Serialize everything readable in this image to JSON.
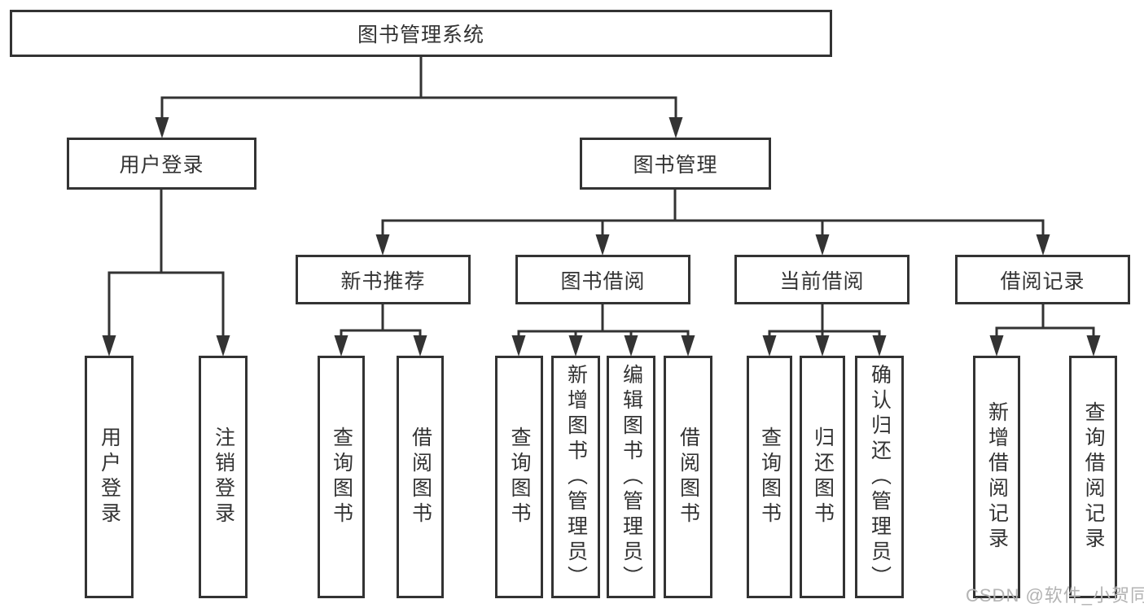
{
  "nodes": {
    "root": {
      "label": "图书管理系统"
    },
    "userLogin": {
      "label": "用户登录"
    },
    "bookMgmt": {
      "label": "图书管理"
    },
    "newBookRec": {
      "label": "新书推荐"
    },
    "bookBorrow": {
      "label": "图书借阅"
    },
    "currentBorrow": {
      "label": "当前借阅"
    },
    "borrowRecords": {
      "label": "借阅记录"
    },
    "leafUserLogin": {
      "label": "用户登录"
    },
    "leafLogout": {
      "label": "注销登录"
    },
    "leafQueryBooks1": {
      "label": "查询图书"
    },
    "leafBorrowBooks1": {
      "label": "借阅图书"
    },
    "leafQueryBooks2": {
      "label": "查询图书"
    },
    "leafAddBooks": {
      "label": "新增图书（管理员）"
    },
    "leafEditBooks": {
      "label": "编辑图书（管理员）"
    },
    "leafBorrowBooks2": {
      "label": "借阅图书"
    },
    "leafQueryBooks3": {
      "label": "查询图书"
    },
    "leafReturnBooks": {
      "label": "归还图书"
    },
    "leafConfirmReturn": {
      "label": "确认归还（管理员）"
    },
    "leafAddRecord": {
      "label": "新增借阅记录"
    },
    "leafQueryRecord": {
      "label": "查询借阅记录"
    }
  },
  "watermark": {
    "text": "CSDN @软件_小贺同学"
  },
  "colors": {
    "line": "#333333",
    "text": "#333333",
    "box_background": "#ffffff",
    "watermark": "#b3b3b3",
    "page_background": "#ffffff"
  }
}
